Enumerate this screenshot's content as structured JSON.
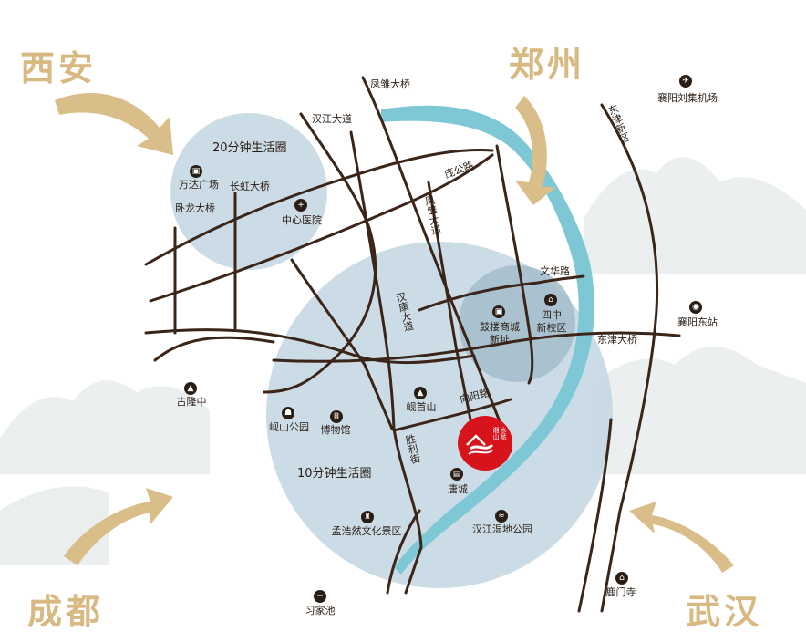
{
  "cities": {
    "xian": "西安",
    "zhengzhou": "郑州",
    "chengdu": "成都",
    "wuhan": "武汉"
  },
  "circles": {
    "ring20": "20分钟生活圈",
    "ring10": "10分钟生活圈"
  },
  "roads": {
    "fengchu_bridge": "凤雏大桥",
    "hanjiang_ave": "汉江大道",
    "pang_road": "庞公路",
    "fengchu_ave": "凤雏大道",
    "changhong_bridge": "长虹大桥",
    "wenhua_road": "文华路",
    "hankang_ave": "汉康大道",
    "dongjin_bridge": "东津大桥",
    "xiangyang_road": "向阳路",
    "shengli_street": "胜利街",
    "dongjin_district": "东津新区"
  },
  "places": {
    "wanda": "万达广场",
    "wolong": "卧龙大桥",
    "center_hospital": "中心医院",
    "airport": "襄阳刘集机场",
    "east_station": "襄阳东站",
    "gulou_1": "鼓楼商城",
    "gulou_2": "新址",
    "sizhong_1": "四中",
    "sizhong_2": "新校区",
    "gulongzhong": "古隆中",
    "xianshoushan": "岘首山",
    "xianshan_park": "岘山公园",
    "museum": "博物馆",
    "tangcheng": "唐城",
    "wetland": "汉江湿地公园",
    "menghaoran": "孟浩然文化景区",
    "xijiachi": "习家池",
    "lumen": "鹿门寺"
  },
  "logo": {
    "line1": "湘",
    "line2": "山",
    "line3": "水",
    "line4": "赋"
  },
  "colors": {
    "river": "#7ec8d6",
    "road": "#3b2519",
    "circle": "#c3d6e3",
    "circle_inner": "#a9c1d0",
    "city_text": "#d7b981",
    "arrow": "#d9be8a",
    "logo": "#d7141c"
  },
  "icons": {
    "wanda": "mall-icon",
    "hospital": "hospital-icon",
    "airport": "airplane-icon",
    "east_station": "train-station-icon",
    "gulou": "mall-icon",
    "sizhong": "school-icon",
    "gulongzhong": "landmark-icon",
    "xianshoushan": "mountain-icon",
    "xianshan_park": "park-icon",
    "museum": "museum-icon",
    "tangcheng": "city-icon",
    "wetland": "wetland-icon",
    "menghaoran": "scenic-icon",
    "xijiachi": "pond-icon",
    "lumen": "temple-icon"
  }
}
